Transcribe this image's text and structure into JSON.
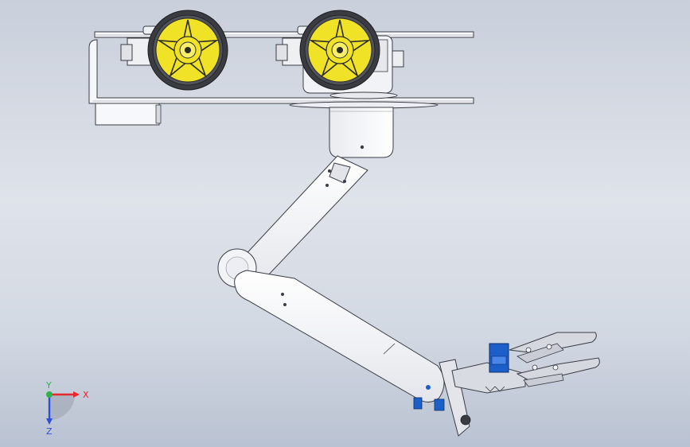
{
  "triad": {
    "x_label": "X",
    "y_label": "Y",
    "z_label": "Z",
    "colors": {
      "x": "#e8262d",
      "y": "#2fb24a",
      "z": "#2b4fd8"
    }
  },
  "colors": {
    "metal": "#f4f5f8",
    "edge": "#3a3d45",
    "tire": "#3c3e44",
    "rim": "#f0e227",
    "servo_blue": "#1c5fc9",
    "gripper": "#d9dbe2"
  }
}
